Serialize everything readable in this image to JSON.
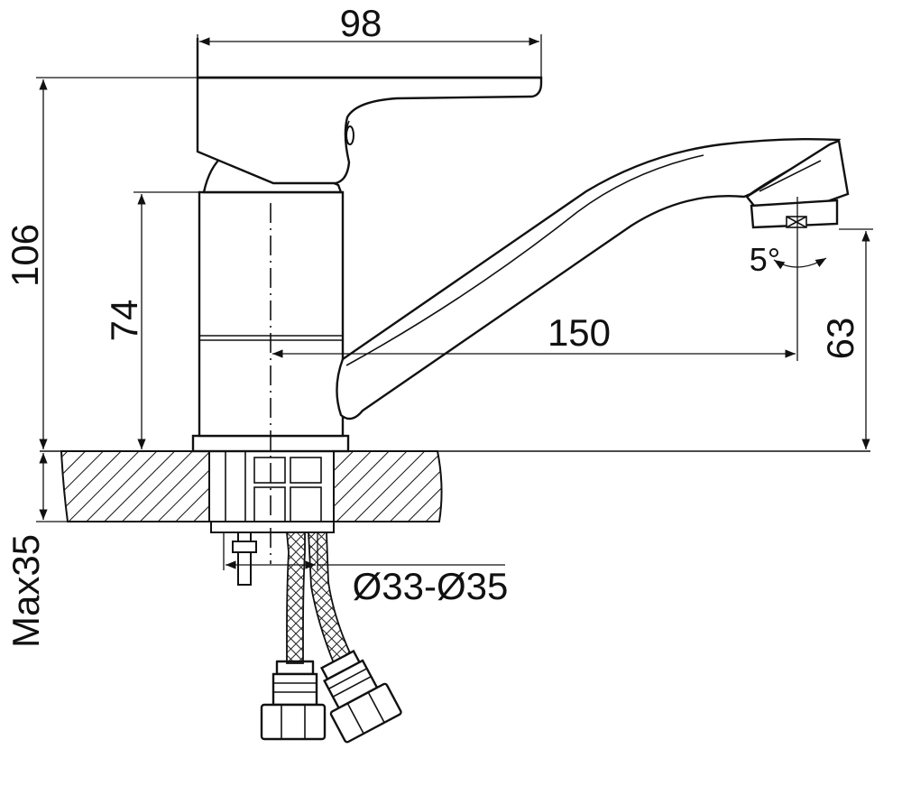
{
  "dimensions": {
    "handle_width": "98",
    "total_height": "106",
    "body_height": "74",
    "spout_reach": "150",
    "spout_height": "63",
    "swivel_angle": "5°",
    "max_deck_thickness": "Max35",
    "hole_diameter": "Ø33-Ø35"
  }
}
